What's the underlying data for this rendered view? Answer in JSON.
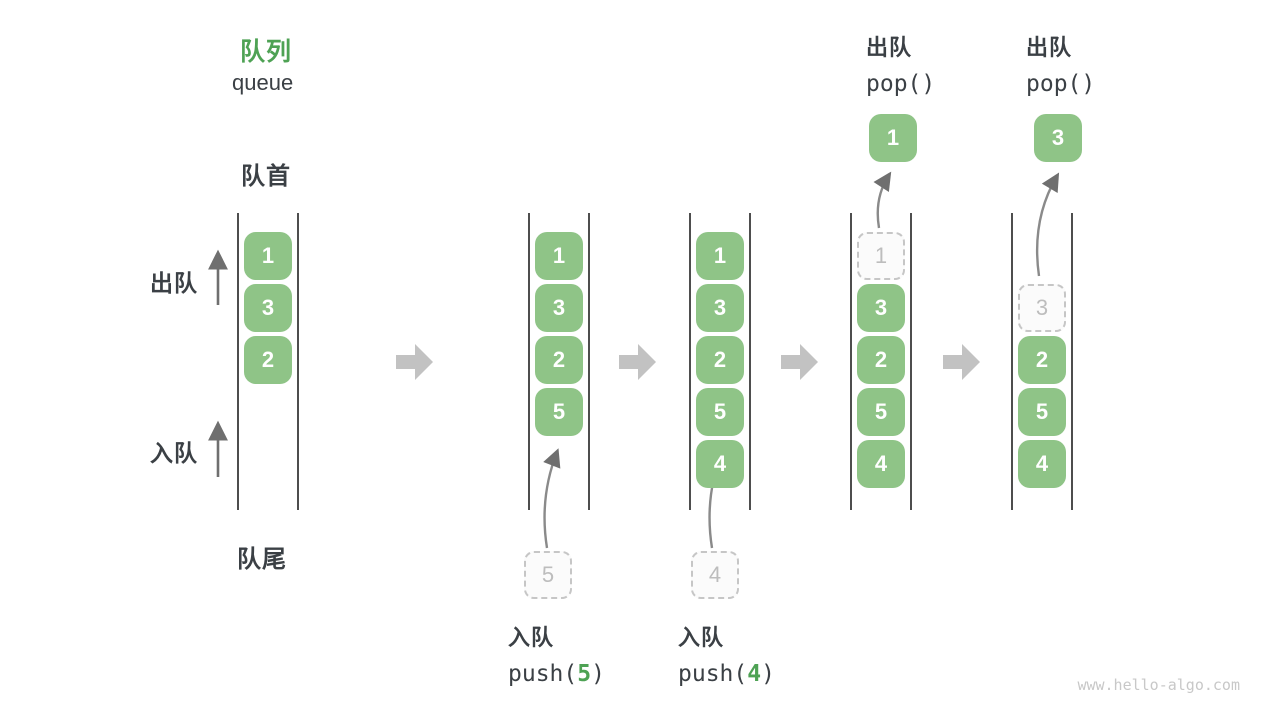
{
  "title": {
    "cn": "队列",
    "en": "queue"
  },
  "labels": {
    "front": "队首",
    "rear": "队尾",
    "dequeue": "出队",
    "enqueue": "入队"
  },
  "queues": [
    {
      "cells": [
        "1",
        "3",
        "2"
      ]
    },
    {
      "cells": [
        "1",
        "3",
        "2",
        "5"
      ],
      "staged": "5",
      "op": {
        "label": "入队",
        "fn": "push(",
        "arg": "5",
        "close": ")"
      }
    },
    {
      "cells": [
        "1",
        "3",
        "2",
        "5",
        "4"
      ],
      "staged": "4",
      "op": {
        "label": "入队",
        "fn": "push(",
        "arg": "4",
        "close": ")"
      }
    },
    {
      "ghost": "1",
      "cells": [
        "3",
        "2",
        "5",
        "4"
      ],
      "popped": "1",
      "op": {
        "label": "出队",
        "fn": "pop()"
      }
    },
    {
      "ghost": "3",
      "cells": [
        "2",
        "5",
        "4"
      ],
      "popped": "3",
      "op": {
        "label": "出队",
        "fn": "pop()"
      }
    }
  ],
  "watermark": "www.hello-algo.com",
  "colors": {
    "accent_green": "#8fc487",
    "title_green": "#4ea254",
    "text_dark": "#3b4045",
    "ghost_gray": "#c6c6c6",
    "flow_arrow_gray": "#c2c2c2",
    "thin_arrow_gray": "#6f6f6f"
  }
}
